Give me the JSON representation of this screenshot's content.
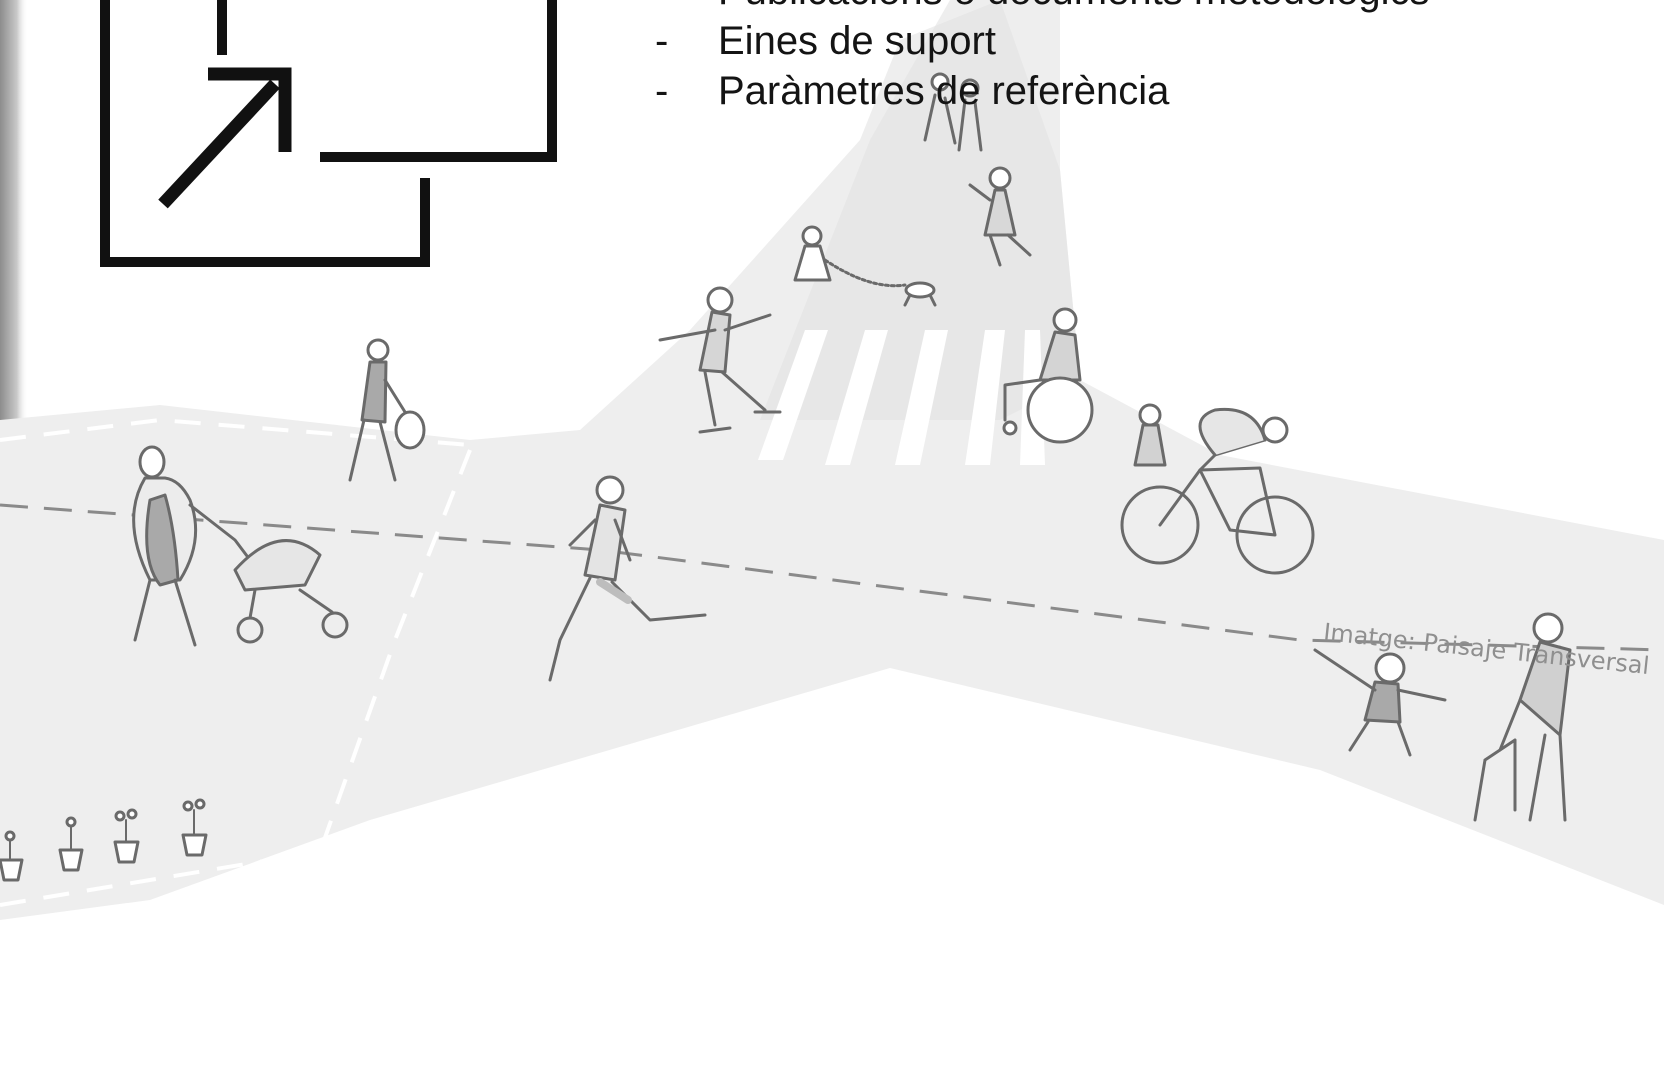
{
  "slide": {
    "bullet_marker": "-",
    "bullets": [
      "Publicacions o documents metodològics",
      "Eines de suport",
      "Paràmetres de referència"
    ],
    "image_credit": "Imatge: Paisaje Transversal"
  },
  "icons": {
    "external_link": "open-in-new-window-icon"
  },
  "colors": {
    "text": "#141414",
    "icon_stroke": "#111111",
    "street_fill": "#eeeeee",
    "road_markings": "#ffffff",
    "dashed_centerline": "#8a8a8a",
    "figure_stroke": "#6a6a6a",
    "left_edge_gradient": "#8c8c8c",
    "credit_text": "#8f8f8f"
  }
}
